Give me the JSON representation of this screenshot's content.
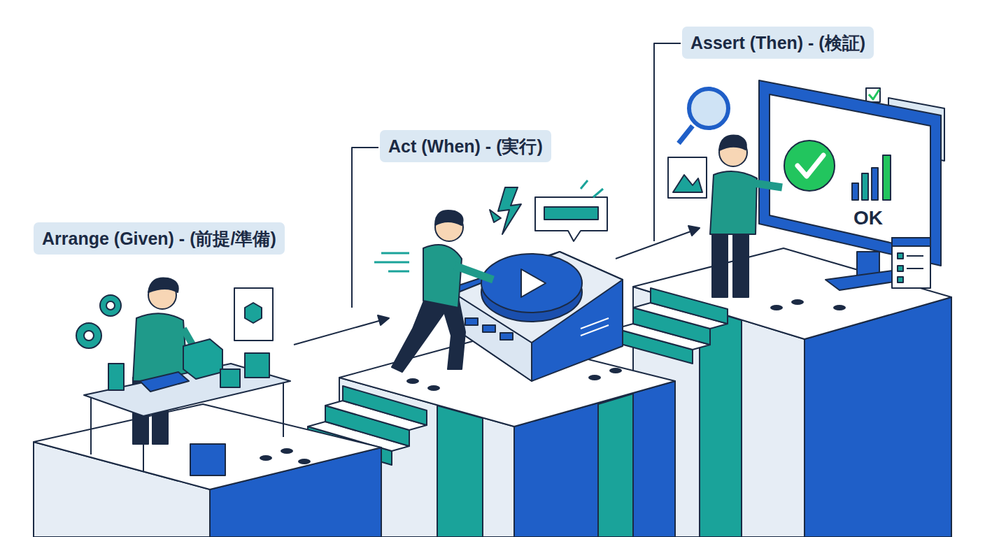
{
  "diagram": {
    "nodes": [
      {
        "text": [
          "Arrange (Given) - (前提/準備)"
        ]
      },
      {
        "text": [
          "Act (When) - (実行)"
        ]
      },
      {
        "text": [
          "Assert (Then) - (検証)"
        ]
      }
    ],
    "labels": [
      "OK"
    ]
  }
}
